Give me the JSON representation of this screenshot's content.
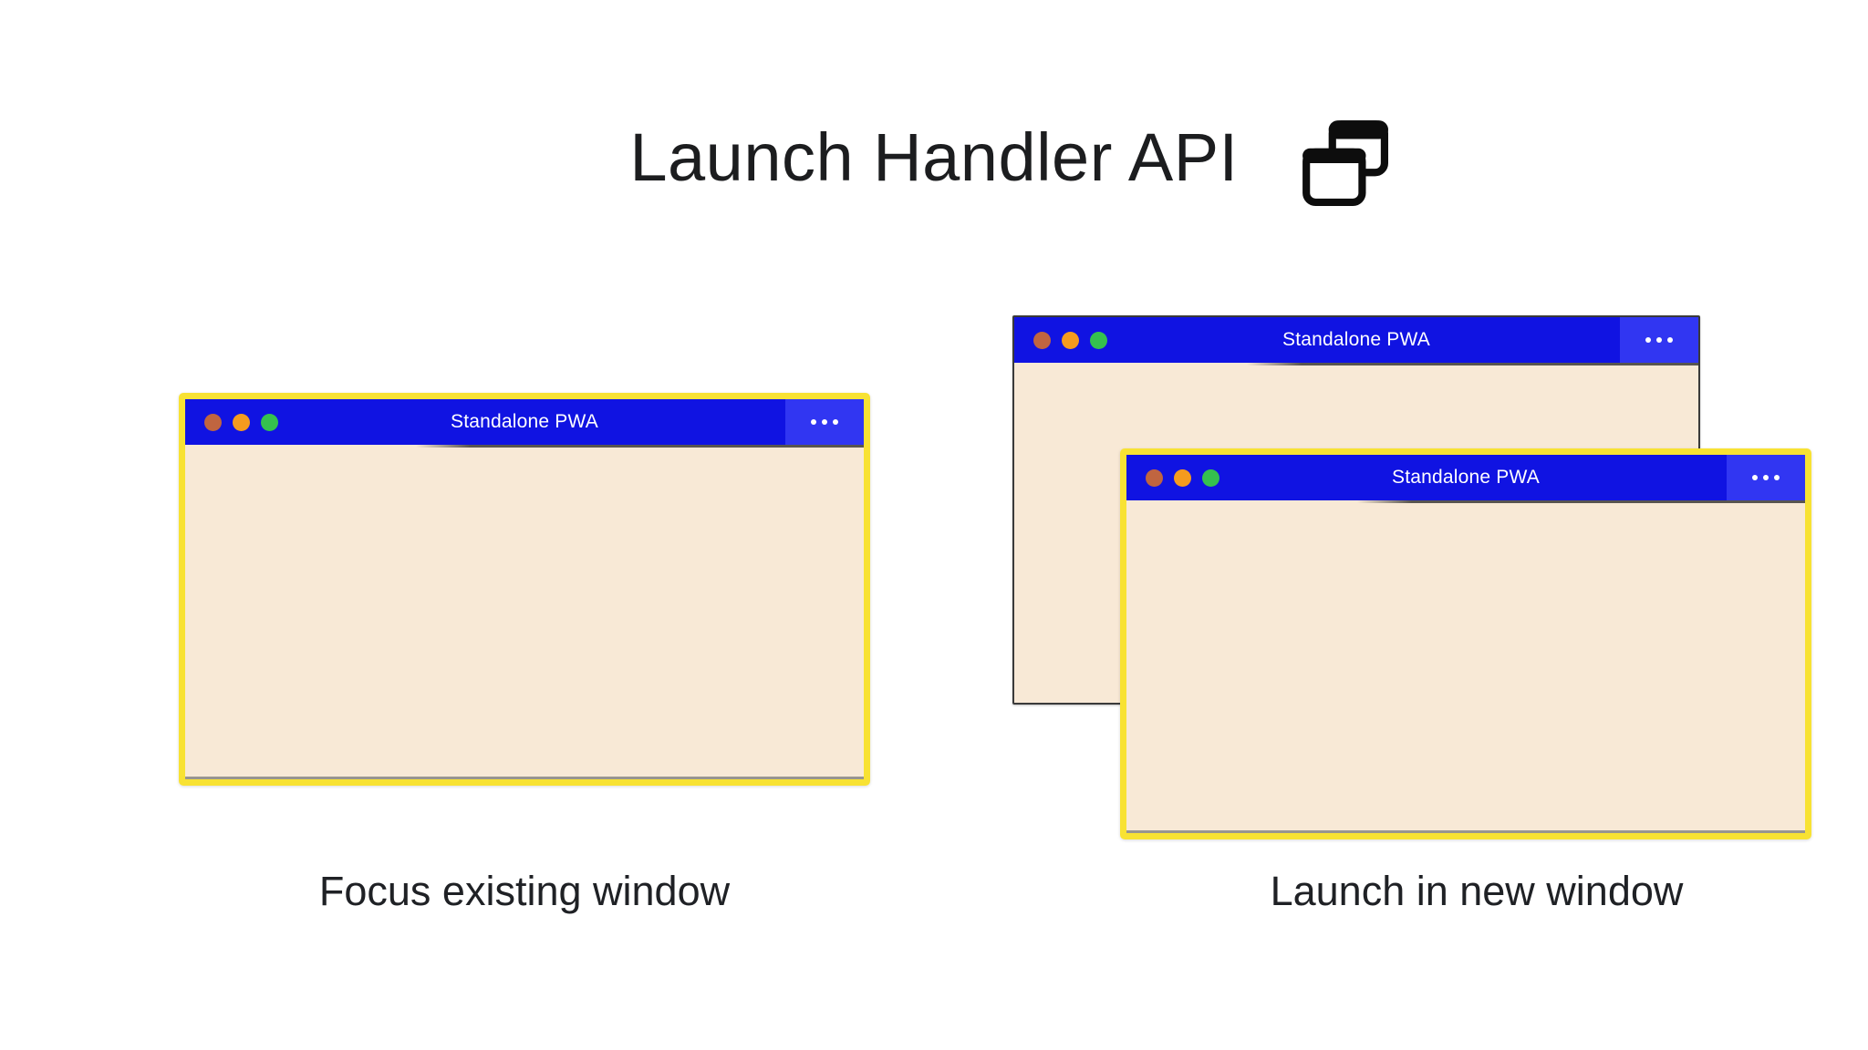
{
  "header": {
    "title": "Launch Handler API",
    "icon": "overlapping-windows-icon"
  },
  "windows": {
    "focus_existing": {
      "title": "Standalone PWA",
      "menu_icon": "ellipsis-icon",
      "state": "focused"
    },
    "new_back": {
      "title": "Standalone PWA",
      "menu_icon": "ellipsis-icon",
      "state": "background"
    },
    "new_front": {
      "title": "Standalone PWA",
      "menu_icon": "ellipsis-icon",
      "state": "focused"
    }
  },
  "captions": {
    "left": "Focus existing window",
    "right": "Launch in new window"
  },
  "colors": {
    "titlebar_blue": "#1013e2",
    "titlebar_menu_blue": "#3136f2",
    "content_cream": "#f8e9d6",
    "focus_border_yellow": "#f8e233",
    "back_border_gray": "#3a3a3a",
    "dot_red": "#c06540",
    "dot_orange": "#f59b1e",
    "dot_green": "#35c14e",
    "text_color": "#202124",
    "title_text_white": "#ffffff"
  }
}
